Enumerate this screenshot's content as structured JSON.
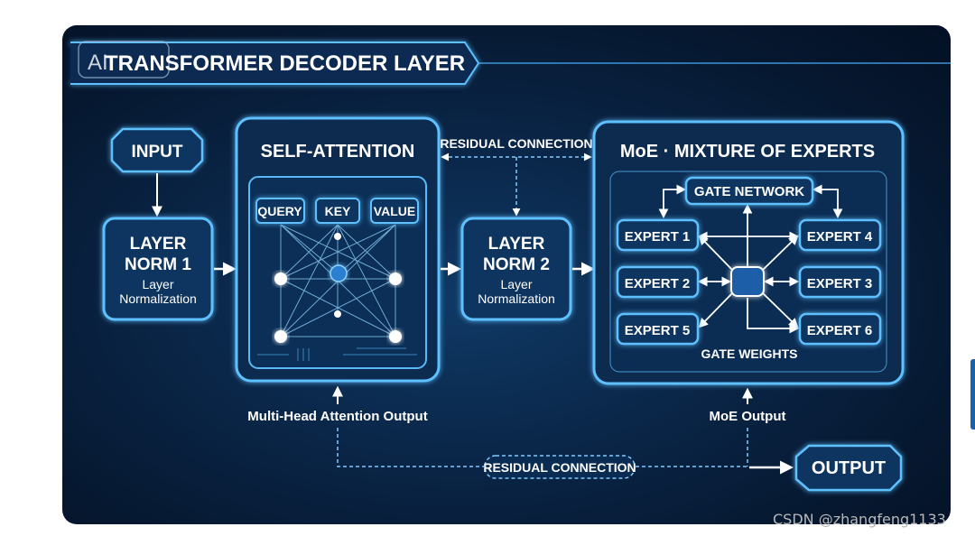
{
  "header": {
    "title": "TRANSFORMER DECODER LAYER",
    "tag": "AI"
  },
  "input": {
    "label": "INPUT"
  },
  "norm1": {
    "line1": "LAYER",
    "line2": "NORM 1",
    "sub1": "Layer",
    "sub2": "Normalization"
  },
  "attention": {
    "title": "SELF-ATTENTION",
    "query": "QUERY",
    "key": "KEY",
    "value": "VALUE",
    "output_label": "Multi-Head Attention Output"
  },
  "residual_top": {
    "label": "RESIDUAL CONNECTION"
  },
  "norm2": {
    "line1": "LAYER",
    "line2": "NORM 2",
    "sub1": "Layer",
    "sub2": "Normalization"
  },
  "moe": {
    "title": "MoE · MIXTURE OF EXPERTS",
    "gate_network": "GATE NETWORK",
    "experts": [
      "EXPERT 1",
      "EXPERT 2",
      "EXPERT 5",
      "EXPERT 4",
      "EXPERT 3",
      "EXPERT 6"
    ],
    "gate_weights": "GATE WEIGHTS",
    "output_label": "MoE Output"
  },
  "residual_bottom": {
    "label": "RESIDUAL CONNECTION"
  },
  "output": {
    "label": "OUTPUT"
  },
  "watermark": "CSDN @zhangfeng1133",
  "colors": {
    "background": "#0a2648",
    "glow": "#4fb3ff",
    "box_fill": "#0d3560",
    "text": "#ffffff"
  }
}
